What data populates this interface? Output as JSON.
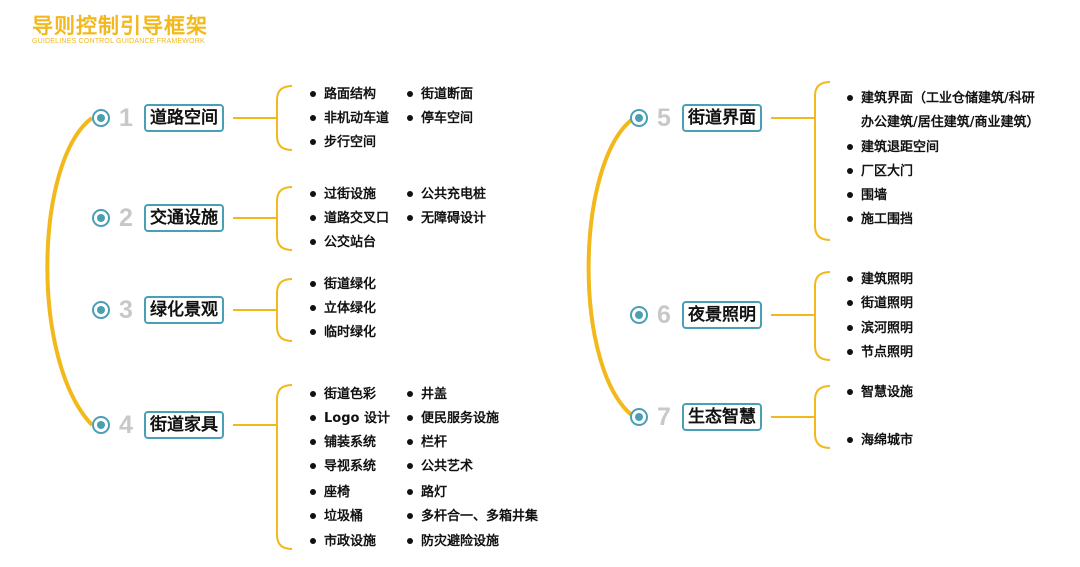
{
  "header": {
    "title": "导则控制引导框架",
    "subtitle": "GUIDELINES CONTROL GUIDANCE FRAMEWORK"
  },
  "colors": {
    "accent": "#f2b81c",
    "teal": "#4a9fb5",
    "numeral": "#c8c8c8"
  },
  "categories": [
    {
      "num": "1",
      "label": "道路空间",
      "items": [
        "路面结构",
        "街道断面",
        "非机动车道",
        "停车空间",
        "步行空间"
      ]
    },
    {
      "num": "2",
      "label": "交通设施",
      "items": [
        "过街设施",
        "公共充电桩",
        "道路交叉口",
        "无障碍设计",
        "公交站台"
      ]
    },
    {
      "num": "3",
      "label": "绿化景观",
      "items": [
        "街道绿化",
        "立体绿化",
        "临时绿化"
      ]
    },
    {
      "num": "4",
      "label": "街道家具",
      "items": [
        "街道色彩",
        "井盖",
        "Logo 设计",
        "便民服务设施",
        "铺装系统",
        "栏杆",
        "导视系统",
        "公共艺术",
        "座椅",
        "路灯",
        "垃圾桶",
        "多杆合一、多箱井集",
        "市政设施",
        "防灾避险设施"
      ]
    },
    {
      "num": "5",
      "label": "街道界面",
      "items": [
        "建筑界面（工业仓储建筑/科研",
        "办公建筑/居住建筑/商业建筑）",
        "建筑退距空间",
        "厂区大门",
        "围墙",
        "施工围挡"
      ]
    },
    {
      "num": "6",
      "label": "夜景照明",
      "items": [
        "建筑照明",
        "街道照明",
        "滨河照明",
        "节点照明"
      ]
    },
    {
      "num": "7",
      "label": "生态智慧",
      "items": [
        "智慧设施",
        "海绵城市"
      ]
    }
  ]
}
